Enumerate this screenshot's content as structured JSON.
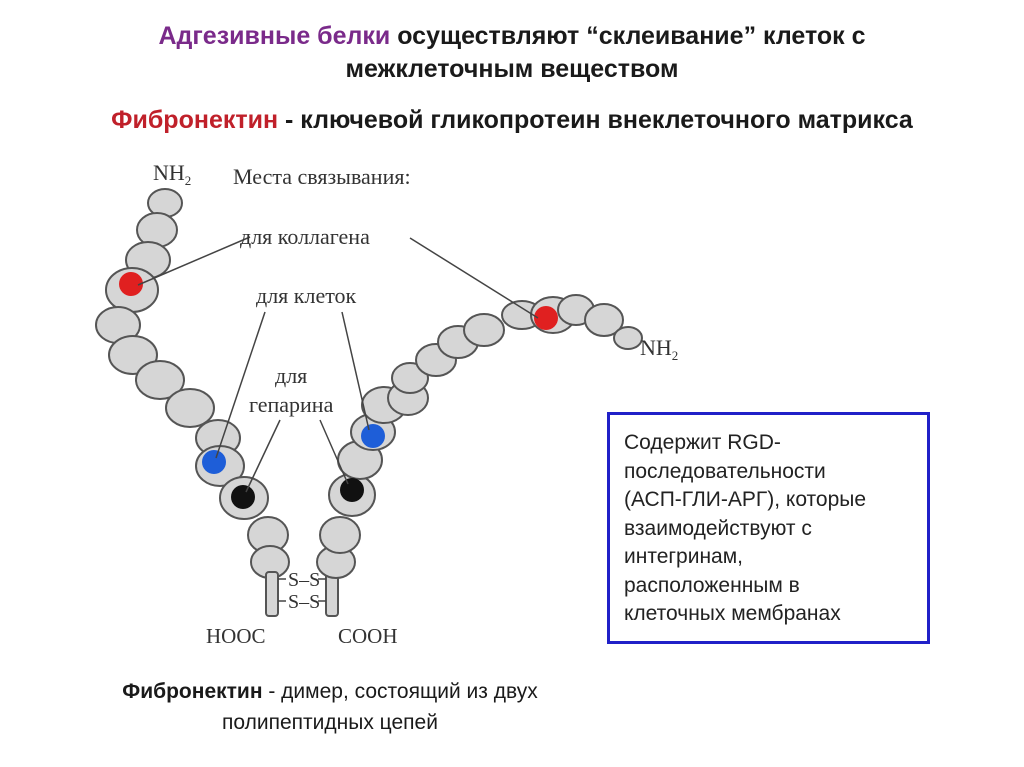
{
  "header": {
    "title_part1": "Адгезивные белки",
    "title_part2": " осуществляют “склеивание” клеток с",
    "title_line2": "межклеточным веществом"
  },
  "subheader": {
    "term": "Фибронектин",
    "rest": " - ключевой гликопротеин внеклеточного матрикса"
  },
  "diagram": {
    "nh2_left": "NH",
    "nh2_right": "NH",
    "nh2_subscript": "2",
    "binding_sites_label": "Места связывания:",
    "collagen_label": "для коллагена",
    "cells_label": "для клеток",
    "heparin_label_line1": "для",
    "heparin_label_line2": "гепарина",
    "disulfide_1": "S–S",
    "disulfide_2": "S–S",
    "hooc_label": "HOOC",
    "cooh_label": "COOH",
    "colors": {
      "collagen_site": "#e02020",
      "cell_site": "#1e5ed8",
      "heparin_site": "#111111",
      "chain_fill": "#d6d6d6",
      "chain_stroke": "#555555"
    }
  },
  "info_box": {
    "lines": [
      "Содержит RGD-",
      "последовательности",
      "(АСП-ГЛИ-АРГ), которые",
      "взаимодействуют с",
      "интегринам,",
      "расположенным в",
      "клеточных мембранах"
    ],
    "border_color": "#2020c8"
  },
  "caption": {
    "term": "Фибронектин",
    "rest_line1": " - димер, состоящий из двух",
    "line2": "полипептидных цепей"
  }
}
